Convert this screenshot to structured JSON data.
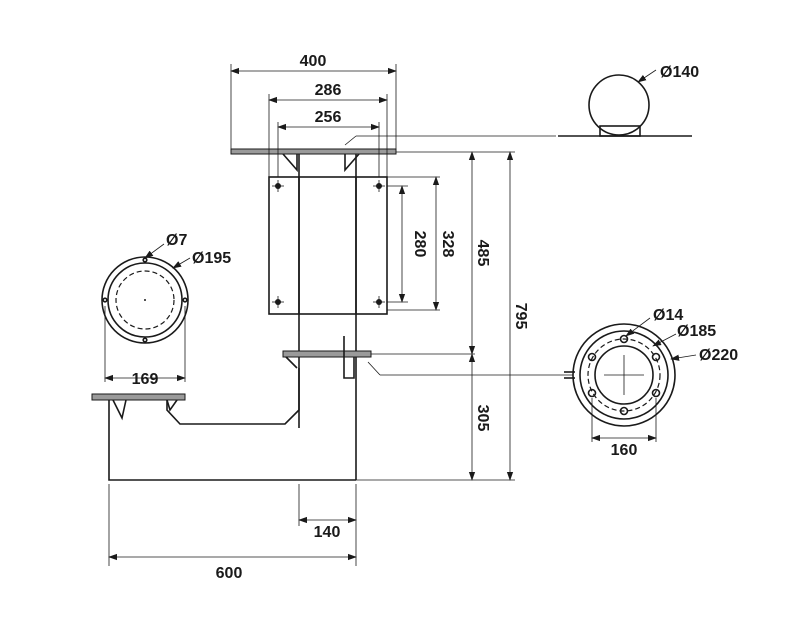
{
  "dimensions": {
    "top_plate_width": "400",
    "top_bolt_outer": "286",
    "top_bolt_inner": "256",
    "ball_diameter": "Ø140",
    "flange_height": "280",
    "mount_plate_height": "328",
    "upper_section_height": "485",
    "total_height": "795",
    "lower_section_height": "305",
    "tube_width": "140",
    "total_width": "600",
    "left_hole_diameter": "Ø7",
    "left_flange_diameter": "Ø195",
    "left_bolt_spacing": "169",
    "right_hole_diameter": "Ø14",
    "right_bolt_circle": "Ø185",
    "right_flange_diameter": "Ø220",
    "right_bolt_spacing": "160"
  }
}
